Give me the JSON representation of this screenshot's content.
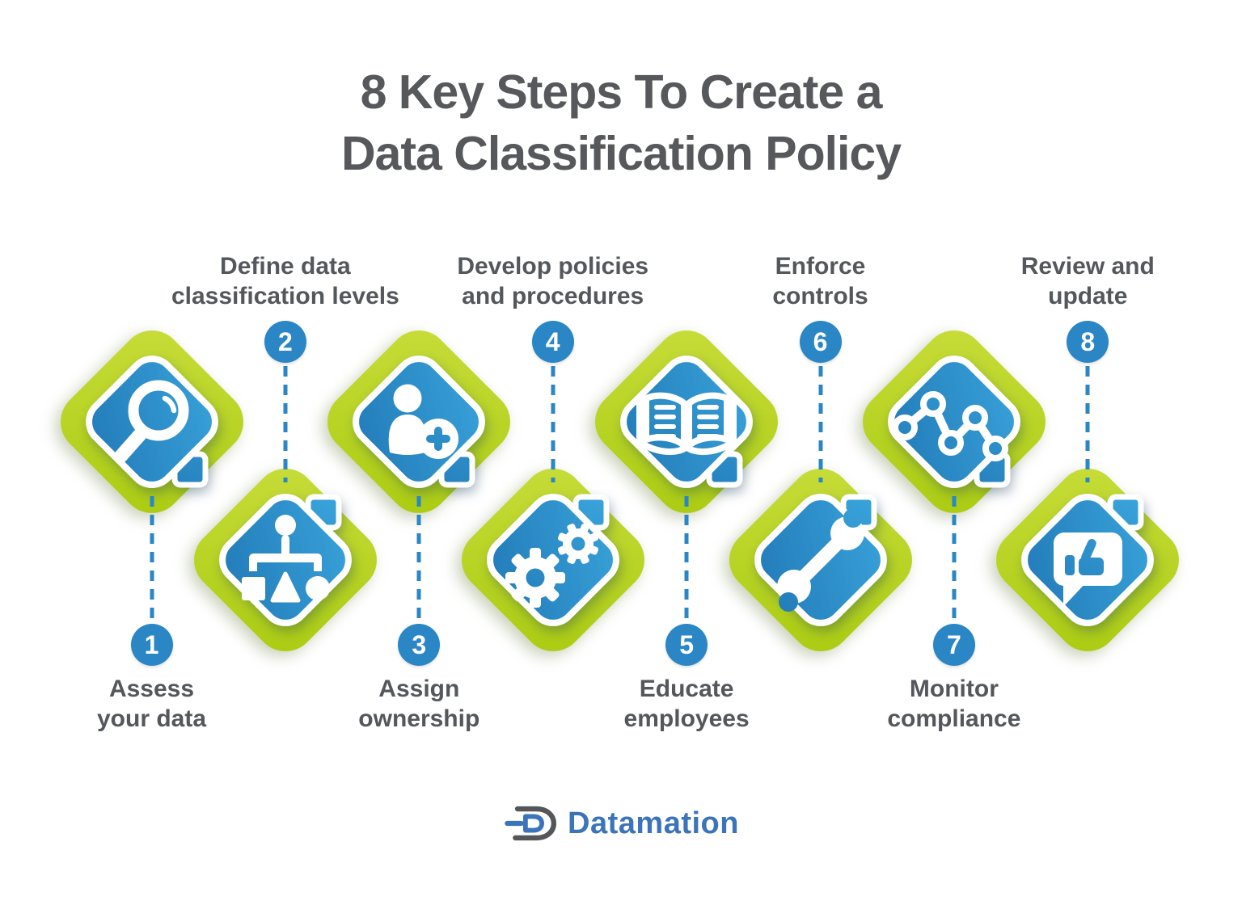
{
  "title": {
    "line1": "8 Key Steps To Create a",
    "line2": "Data Classification Policy"
  },
  "steps": [
    {
      "number": "1",
      "label": "Assess\nyour data",
      "icon": "magnifier-icon",
      "position": "top"
    },
    {
      "number": "2",
      "label": "Define data\nclassification levels",
      "icon": "hierarchy-icon",
      "position": "bottom"
    },
    {
      "number": "3",
      "label": "Assign\nownership",
      "icon": "add-user-icon",
      "position": "top"
    },
    {
      "number": "4",
      "label": "Develop policies\nand procedures",
      "icon": "gears-icon",
      "position": "bottom"
    },
    {
      "number": "5",
      "label": "Educate\nemployees",
      "icon": "open-book-icon",
      "position": "top"
    },
    {
      "number": "6",
      "label": "Enforce\ncontrols",
      "icon": "wrench-icon",
      "position": "bottom"
    },
    {
      "number": "7",
      "label": "Monitor\ncompliance",
      "icon": "line-chart-icon",
      "position": "top"
    },
    {
      "number": "8",
      "label": "Review and\nupdate",
      "icon": "thumbs-up-bubble-icon",
      "position": "bottom"
    }
  ],
  "footer": {
    "brand": "Datamation"
  },
  "colors": {
    "green_light": "#ccdf3f",
    "green_dark": "#a6c90c",
    "blue_light": "#3ba6dd",
    "blue_dark": "#1e74b2",
    "badge_blue": "#2b86c5",
    "dash_blue": "#2a86c4",
    "text_gray": "#54575b",
    "title_gray": "#57585b",
    "brand_blue": "#3b74ba",
    "logo_gray": "#55565a"
  }
}
